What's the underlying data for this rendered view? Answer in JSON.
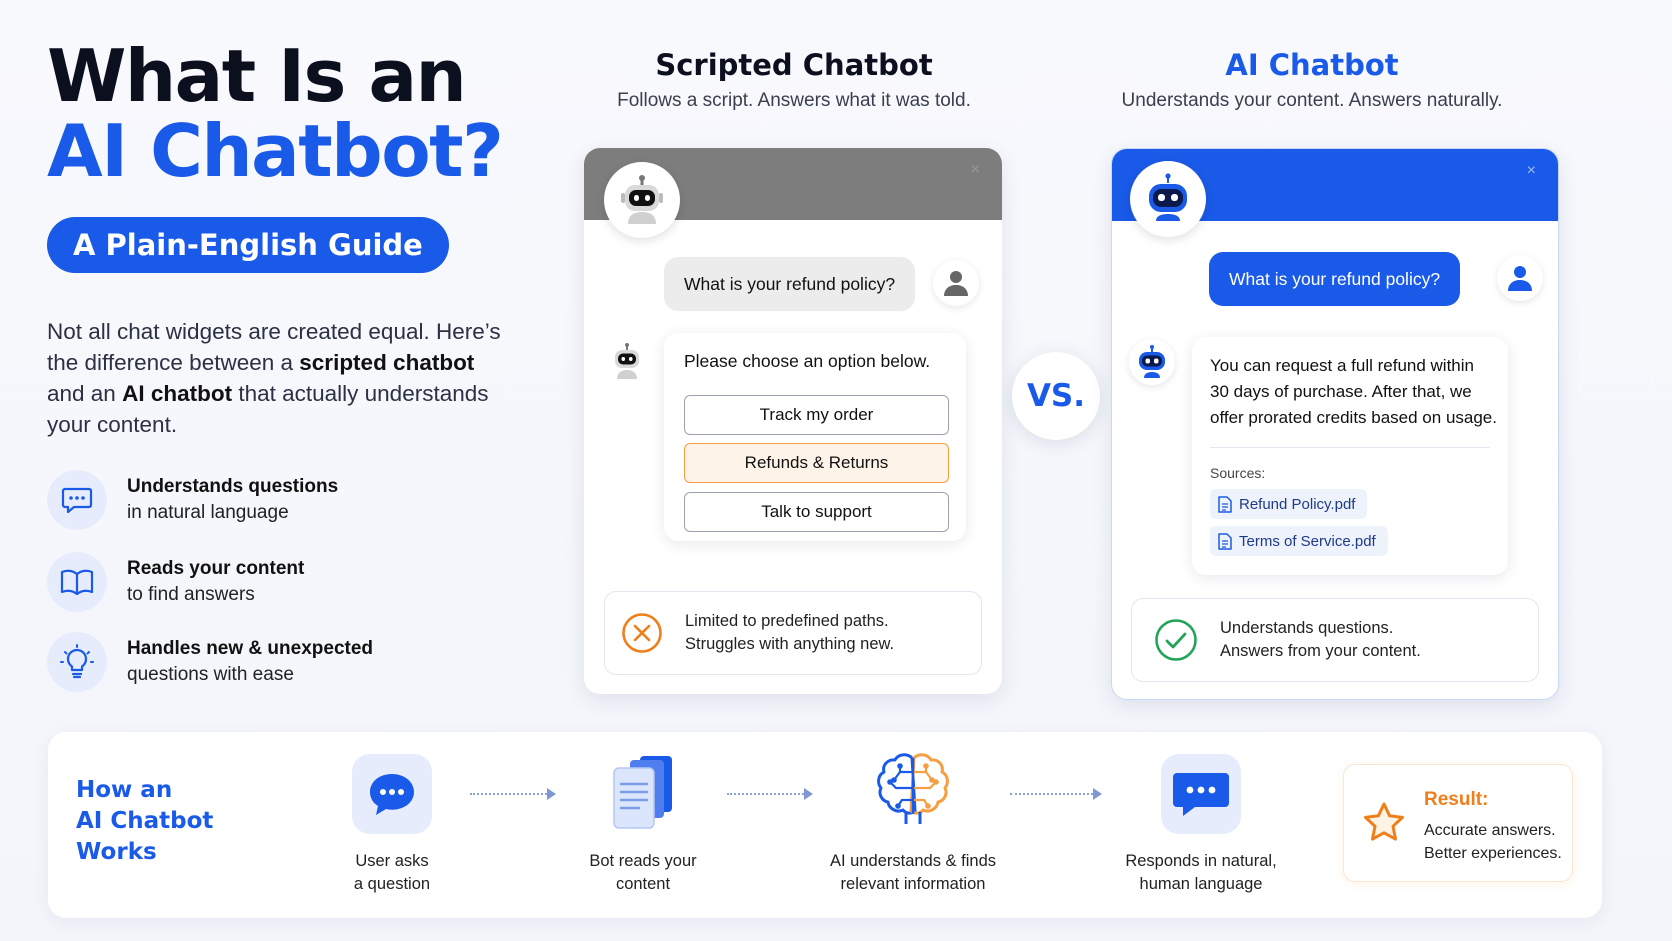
{
  "hero": {
    "title_line1": "What Is an",
    "title_line2": "AI Chatbot?",
    "pill": "A Plain-English Guide"
  },
  "intro": {
    "p1": "Not all chat widgets are created equal. Here’s the difference between a ",
    "b1": "scripted chatbot",
    "p2": " and an ",
    "b2": "AI chatbot",
    "p3": " that actually understands your content."
  },
  "features": [
    {
      "icon": "chat-bubble-icon",
      "title": "Understands questions",
      "sub": "in natural language"
    },
    {
      "icon": "open-book-icon",
      "title": "Reads your content",
      "sub": "to find answers"
    },
    {
      "icon": "lightbulb-icon",
      "title": "Handles new & unexpected",
      "sub": "questions with ease"
    }
  ],
  "scripted": {
    "heading": "Scripted Chatbot",
    "subheading": "Follows a script. Answers what it was told.",
    "close": "×",
    "user_message": "What is your refund policy?",
    "bot_prompt": "Please choose an option below.",
    "options": [
      "Track my order",
      "Refunds & Returns",
      "Talk to support"
    ],
    "highlighted_option": "Refunds & Returns",
    "note_line1": "Limited to predefined paths.",
    "note_line2": "Struggles with anything new."
  },
  "vs": "VS.",
  "ai": {
    "heading": "AI Chatbot",
    "subheading": "Understands your content. Answers naturally.",
    "close": "×",
    "user_message": "What is your refund policy?",
    "answer_line1": "You can request a full refund within",
    "answer_line2": "30 days of purchase. After that, we",
    "answer_line3": "offer prorated credits based on usage.",
    "sources_label": "Sources:",
    "sources": [
      "Refund Policy.pdf",
      "Terms of Service.pdf"
    ],
    "note_line1": "Understands questions.",
    "note_line2": "Answers from your content."
  },
  "how": {
    "title_line1": "How an",
    "title_line2": "AI Chatbot",
    "title_line3": "Works",
    "steps": [
      {
        "icon": "chat-bubble-icon",
        "line1": "User asks",
        "line2": "a question"
      },
      {
        "icon": "documents-icon",
        "line1": "Bot reads your",
        "line2": "content"
      },
      {
        "icon": "brain-icon",
        "line1": "AI understands & finds",
        "line2": "relevant information"
      },
      {
        "icon": "chat-bubble-icon",
        "line1": "Responds in natural,",
        "line2": "human language"
      }
    ],
    "result_title": "Result:",
    "result_line1": "Accurate answers.",
    "result_line2": "Better experiences."
  },
  "colors": {
    "brand_blue": "#1a5ae8",
    "orange": "#ef7f1a",
    "green": "#22a55a",
    "scripted_header": "#7d7d7d"
  }
}
